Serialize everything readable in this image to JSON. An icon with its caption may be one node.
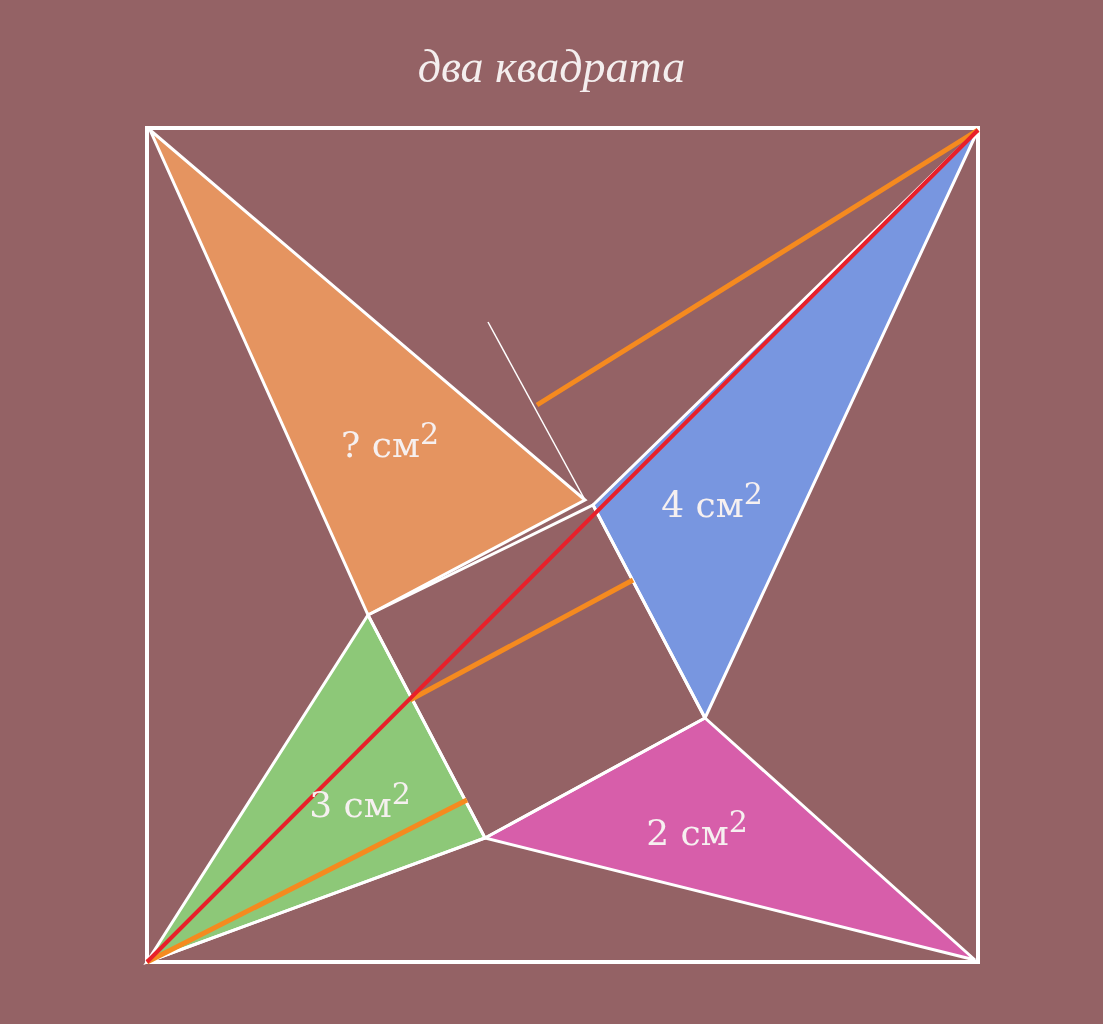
{
  "diagram": {
    "title": "два квадрата",
    "nodes": [
      {
        "text": [
          "? см$^{2}$"
        ]
      },
      {
        "text": [
          "4 см$^{2}$"
        ]
      },
      {
        "text": [
          "3 см$^{2}$"
        ]
      },
      {
        "text": [
          "2 см$^{2}$"
        ]
      }
    ],
    "edges": []
  }
}
